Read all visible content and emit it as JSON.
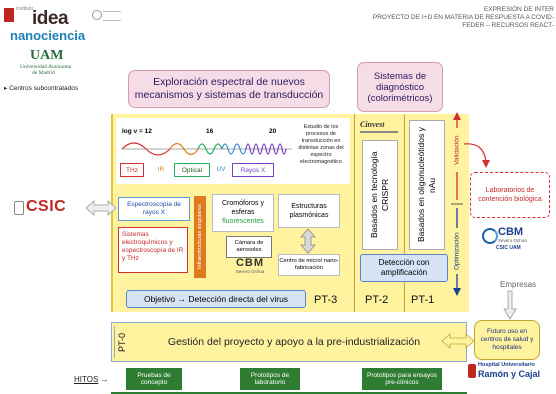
{
  "header": {
    "line1": "EXPRESIÓN DE INTER",
    "line2": "PROYECTO DE I+D EN MATERIA DE RESPUESTA A COVID-",
    "line3": "FEDER – RECURSOS REACT-"
  },
  "logos": {
    "imdea_small": "instituto",
    "imdea_big": "idea",
    "imdea_sub": "nanociencia",
    "uam_mark": "UAM",
    "uam_name1": "Universidad Autónoma",
    "uam_name2": "de Madrid",
    "subcontracted": "Centros subcontratados",
    "csic": "CSIC",
    "cbm_text": "CBM",
    "cbm_sub": "Severo Ochoa",
    "cbm_csic_uam": "CSIC UAM",
    "cbm_center": "CBM",
    "cbm_center_sub": "Severo Ochoa",
    "hospital1": "Hospital Universitario",
    "hospital2": "Ramón y Cajal",
    "color_brand_red": "#c0281f"
  },
  "pt3": {
    "title1": "Exploración espectral de nuevos",
    "title2": "mecanismos y sistemas de transducción",
    "spectrum_scale": [
      "log ν = 12",
      "16",
      "20"
    ],
    "spectrum_bands": [
      "THz",
      "IR",
      "Optical",
      "UV",
      "Rayos X"
    ],
    "spectrum_note": "Estudio de los procesos de transducción en distintas zonas del espectro electromagnético",
    "xray_spec": "Espectroscopía de rayos X",
    "electro": "Sistemas electroquímicos y espectroscopía de IR y THz",
    "infra": "Infraestructuras singulares",
    "chromo1": "Cromóforos y esferas",
    "chromo2": "fluorescentes",
    "plasmonic": "Estructuras plasmónicas",
    "aerosol": "Cámara de aerosoles",
    "nano_fab": "Centro de micro/ nano-fabricación",
    "objective": "Objetivo → Detección directa del virus",
    "label": "PT-3"
  },
  "pt2": {
    "brand": "Cinvest",
    "vertical": "Basados en tecnología CRISPR",
    "label": "PT-2"
  },
  "pt1": {
    "vertical": "Basados en oligonucleótidos y nAu",
    "label": "PT-1"
  },
  "diag": {
    "title": "Sistemas de diagnóstico (colorimétricos)",
    "detection": "Detección con amplificación"
  },
  "right": {
    "validation": "Validación",
    "optimization": "Optimización",
    "labs": "Laboratorios de contención biológica",
    "empresas": "Empresas",
    "future": "Futuro uso en centros de salud y hospitales"
  },
  "pt0": {
    "label": "PT-0",
    "text": "Gestión del proyecto y apoyo a la pre-industrialización"
  },
  "hitos": {
    "label": "HITOS",
    "items": [
      "Pruebas de concepto",
      "Prototipos de laboratorio",
      "Prototipos para ensayos pre-clínicos"
    ]
  }
}
